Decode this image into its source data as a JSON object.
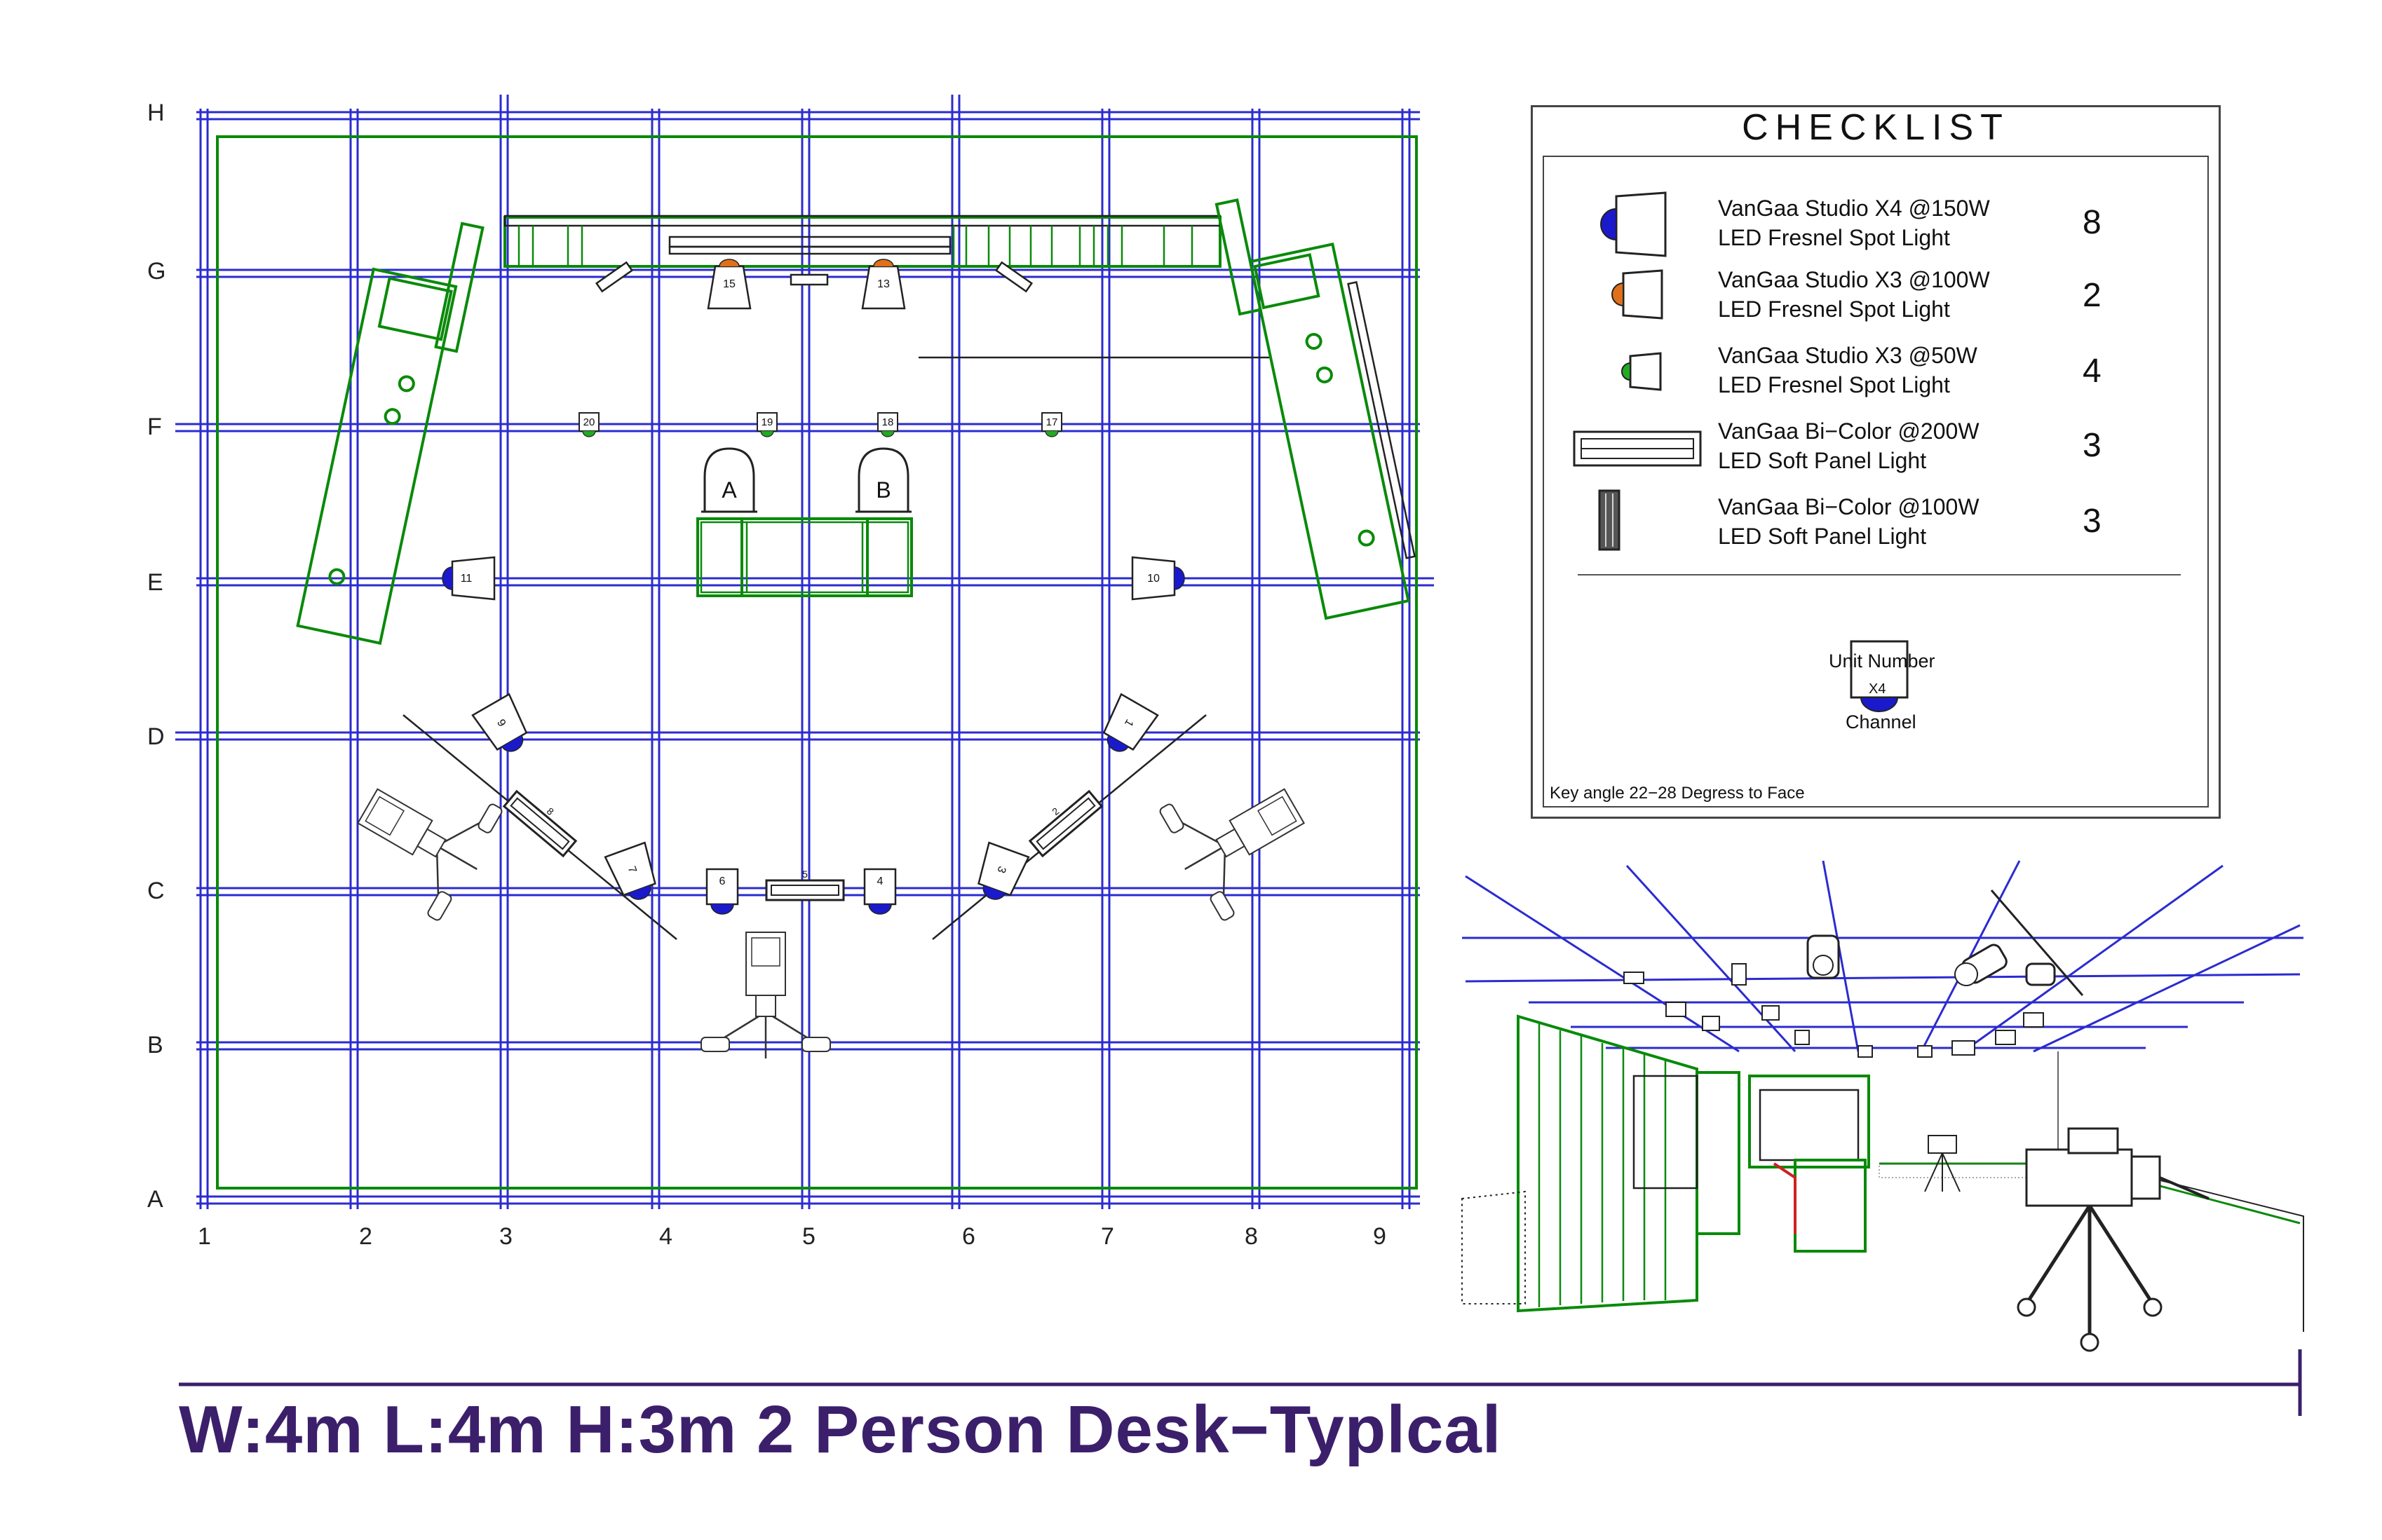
{
  "title": "W:4m L:4m H:3m   2 Person Desk−Typlcal",
  "grid": {
    "rows": [
      "H",
      "G",
      "F",
      "E",
      "D",
      "C",
      "B",
      "A"
    ],
    "cols": [
      "1",
      "2",
      "3",
      "4",
      "5",
      "6",
      "7",
      "8",
      "9"
    ]
  },
  "seats": [
    "A",
    "B"
  ],
  "fixture_numbers": {
    "n1": "1",
    "n2": "2",
    "n3": "3",
    "n4": "4",
    "n5": "5",
    "n6": "6",
    "n7": "7",
    "n8": "8",
    "n9": "9",
    "n10": "10",
    "n11": "11",
    "n13": "13",
    "n15": "15",
    "n17": "17",
    "n18": "18",
    "n19": "19",
    "n20": "20"
  },
  "checklist": {
    "title": "CHECKLIST",
    "items": [
      {
        "line1": "VanGaa Studio X4 @150W",
        "line2": "LED Fresnel Spot Light",
        "count": "8",
        "icon": "fresnel-x4-icon",
        "color": "#1a1acc"
      },
      {
        "line1": "VanGaa Studio X3 @100W",
        "line2": "LED Fresnel Spot Light",
        "count": "2",
        "icon": "fresnel-x3-icon",
        "color": "#e0701a"
      },
      {
        "line1": "VanGaa Studio X3 @50W",
        "line2": "LED Fresnel Spot Light",
        "count": "4",
        "icon": "fresnel-x2-icon",
        "color": "#22aa22"
      },
      {
        "line1": "VanGaa Bi−Color @200W",
        "line2": "LED Soft Panel Light",
        "count": "3",
        "icon": "soft-panel-200-icon"
      },
      {
        "line1": "VanGaa Bi−Color @100W",
        "line2": "LED Soft Panel Light",
        "count": "3",
        "icon": "soft-panel-100-icon"
      }
    ],
    "legend_unit": "Unit Number",
    "legend_channel": "Channel",
    "legend_code": "X4",
    "note": "Key angle 22−28 Degress to Face"
  },
  "colors": {
    "grid": "#2b2bd0",
    "set": "#0a8a0a",
    "title": "#3b1f6b",
    "x4": "#1a1acc",
    "x3": "#e0701a",
    "x2": "#22aa22"
  }
}
